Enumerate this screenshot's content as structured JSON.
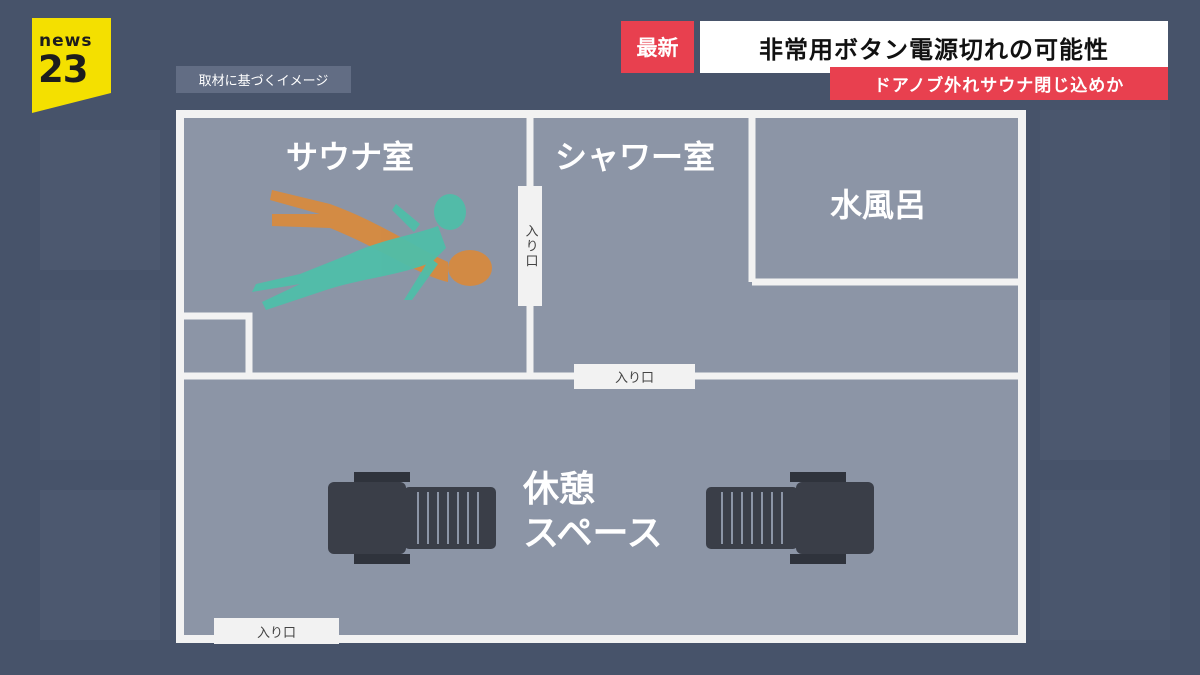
{
  "logo": {
    "word": "news",
    "number": "23"
  },
  "headline": {
    "badge": "最新",
    "main": "非常用ボタン電源切れの可能性",
    "sub": "ドアノブ外れサウナ閉じ込めか"
  },
  "image_note": "取材に基づくイメージ",
  "rooms": {
    "sauna": "サウナ室",
    "shower": "シャワー室",
    "cold_bath": "水風呂",
    "rest_line1": "休憩",
    "rest_line2": "スペース"
  },
  "doors": {
    "sauna_entrance": "入り口",
    "shower_entrance": "入り口",
    "rest_entrance": "入り口"
  },
  "colors": {
    "background": "#47536a",
    "room_fill": "#8c95a6",
    "wall": "#f2f2f2",
    "badge_red": "#e8404f",
    "logo_yellow": "#f4e000",
    "figure_teal": "#4fbea9",
    "figure_orange": "#d98a3c",
    "lounger": "#3a3e48"
  }
}
